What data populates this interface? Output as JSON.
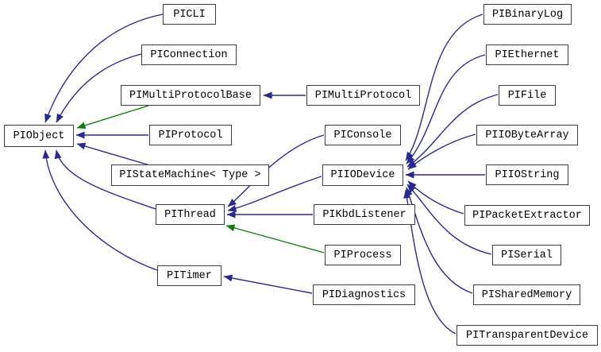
{
  "diagram": {
    "type": "class-inheritance-graph",
    "background_color": "#ffffff",
    "colors": {
      "edge_blue": "#2a2a8e",
      "edge_green": "#147a14",
      "node_border": "#3d3d3d",
      "node_fill": "#ffffff",
      "node_text": "#000000"
    },
    "nodes": [
      {
        "label": "PIObject"
      },
      {
        "label": "PICLI"
      },
      {
        "label": "PIConnection"
      },
      {
        "label": "PIMultiProtocolBase"
      },
      {
        "label": "PIProtocol"
      },
      {
        "label": "PIStateMachine< Type >"
      },
      {
        "label": "PIThread"
      },
      {
        "label": "PITimer"
      },
      {
        "label": "PIMultiProtocol"
      },
      {
        "label": "PIConsole"
      },
      {
        "label": "PIIODevice"
      },
      {
        "label": "PIKbdListener"
      },
      {
        "label": "PIProcess"
      },
      {
        "label": "PIDiagnostics"
      },
      {
        "label": "PIBinaryLog"
      },
      {
        "label": "PIEthernet"
      },
      {
        "label": "PIFile"
      },
      {
        "label": "PIIOByteArray"
      },
      {
        "label": "PIIOString"
      },
      {
        "label": "PIPacketExtractor"
      },
      {
        "label": "PISerial"
      },
      {
        "label": "PISharedMemory"
      },
      {
        "label": "PITransparentDevice"
      }
    ],
    "edges": [
      {
        "from": "PICLI",
        "to": "PIObject",
        "color": "edge_blue"
      },
      {
        "from": "PIConnection",
        "to": "PIObject",
        "color": "edge_blue"
      },
      {
        "from": "PIMultiProtocolBase",
        "to": "PIObject",
        "color": "edge_green"
      },
      {
        "from": "PIProtocol",
        "to": "PIObject",
        "color": "edge_blue"
      },
      {
        "from": "PIStateMachine< Type >",
        "to": "PIObject",
        "color": "edge_blue"
      },
      {
        "from": "PIThread",
        "to": "PIObject",
        "color": "edge_blue"
      },
      {
        "from": "PITimer",
        "to": "PIObject",
        "color": "edge_blue"
      },
      {
        "from": "PIMultiProtocol",
        "to": "PIMultiProtocolBase",
        "color": "edge_blue"
      },
      {
        "from": "PIConsole",
        "to": "PIThread",
        "color": "edge_blue"
      },
      {
        "from": "PIIODevice",
        "to": "PIThread",
        "color": "edge_blue"
      },
      {
        "from": "PIKbdListener",
        "to": "PIThread",
        "color": "edge_blue"
      },
      {
        "from": "PIProcess",
        "to": "PIThread",
        "color": "edge_green"
      },
      {
        "from": "PIDiagnostics",
        "to": "PITimer",
        "color": "edge_blue"
      },
      {
        "from": "PIBinaryLog",
        "to": "PIIODevice",
        "color": "edge_blue"
      },
      {
        "from": "PIEthernet",
        "to": "PIIODevice",
        "color": "edge_blue"
      },
      {
        "from": "PIFile",
        "to": "PIIODevice",
        "color": "edge_blue"
      },
      {
        "from": "PIIOByteArray",
        "to": "PIIODevice",
        "color": "edge_blue"
      },
      {
        "from": "PIIOString",
        "to": "PIIODevice",
        "color": "edge_blue"
      },
      {
        "from": "PIPacketExtractor",
        "to": "PIIODevice",
        "color": "edge_blue"
      },
      {
        "from": "PISerial",
        "to": "PIIODevice",
        "color": "edge_blue"
      },
      {
        "from": "PISharedMemory",
        "to": "PIIODevice",
        "color": "edge_blue"
      },
      {
        "from": "PITransparentDevice",
        "to": "PIIODevice",
        "color": "edge_blue"
      }
    ]
  }
}
